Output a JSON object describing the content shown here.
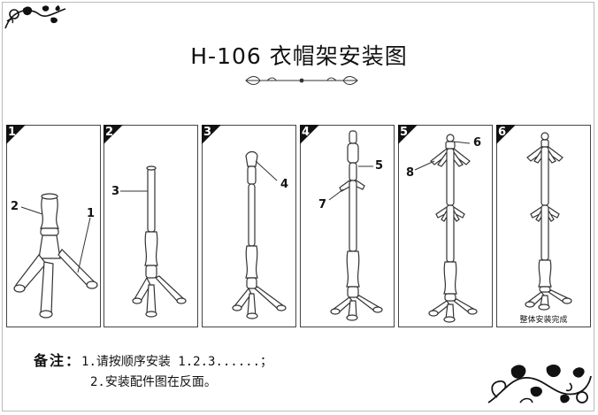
{
  "title": "H-106 衣帽架安装图",
  "steps": [
    {
      "number": "1",
      "callouts": [
        "2",
        "1"
      ]
    },
    {
      "number": "2",
      "callouts": [
        "3"
      ]
    },
    {
      "number": "3",
      "callouts": [
        "4"
      ]
    },
    {
      "number": "4",
      "callouts": [
        "5",
        "7"
      ]
    },
    {
      "number": "5",
      "callouts": [
        "6",
        "8"
      ]
    },
    {
      "number": "6",
      "callouts": [],
      "caption": "整体安装完成"
    }
  ],
  "notes": {
    "label": "备注：",
    "line1": "1.请按顺序安装 1.2.3......；",
    "line2": "2.安装配件图在反面。"
  },
  "colors": {
    "line": "#333333",
    "tab": "#111111",
    "frame": "#bbbbbb"
  }
}
